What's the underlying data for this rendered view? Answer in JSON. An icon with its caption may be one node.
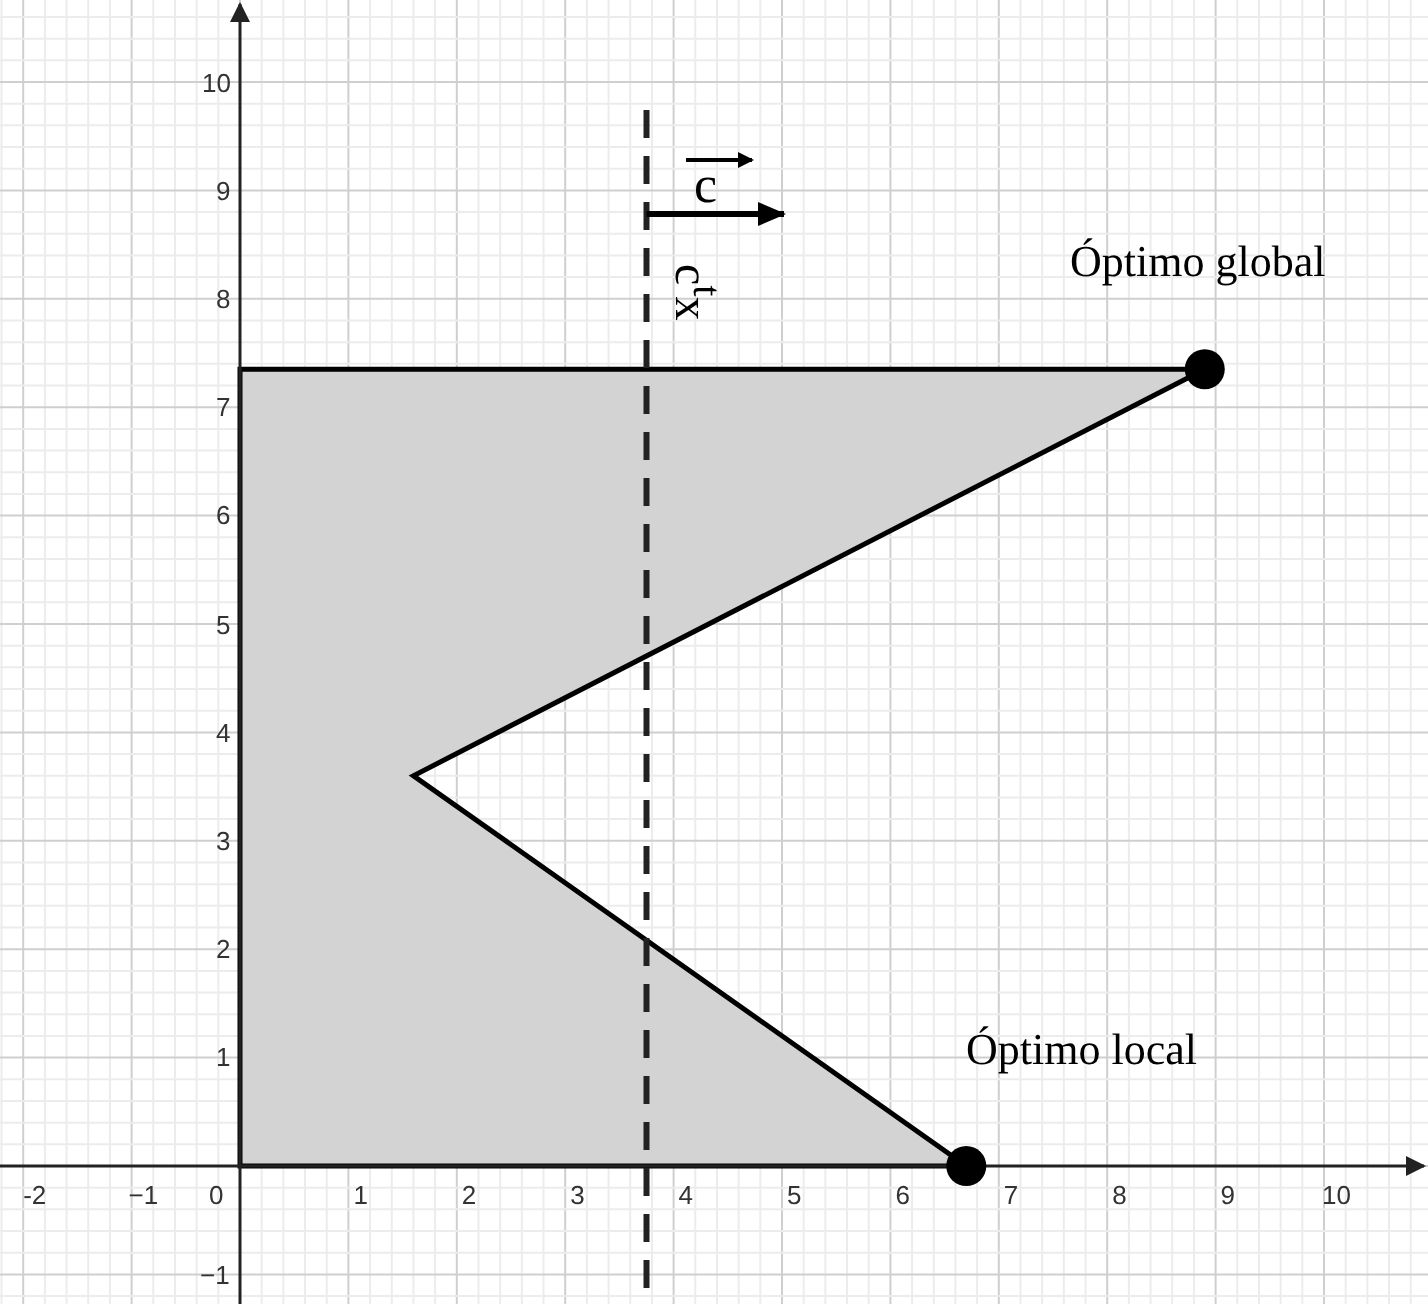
{
  "diagram": {
    "labels": [
      "c",
      "Óptimo global",
      "c$^{t}$x",
      "10",
      "9",
      "8",
      "7",
      "6",
      "5",
      "4",
      "3",
      "2",
      "1",
      "Óptimo local",
      "-2",
      "−1",
      "0",
      "1",
      "2",
      "3",
      "4",
      "5",
      "6",
      "7",
      "8",
      "9",
      "10",
      "−1"
    ]
  }
}
